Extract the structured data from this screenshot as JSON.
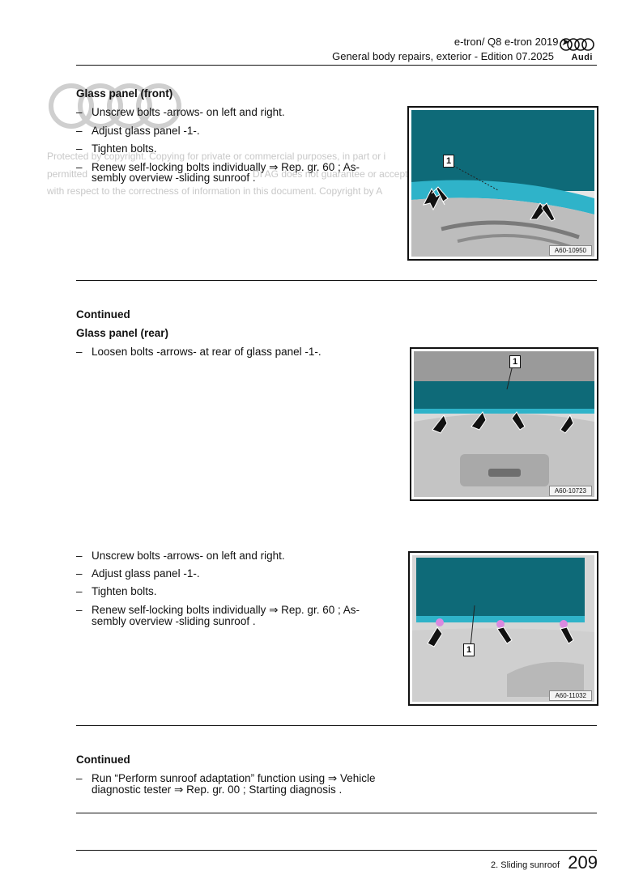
{
  "header": {
    "title": "e-tron/ Q8 e-tron 2019 ➤",
    "subtitle": "General body repairs, exterior - Edition 07.2025",
    "brand": "Audi"
  },
  "watermark": {
    "line1": "Protected by copyright. Copying for private or commercial purposes, in part or i",
    "line2": "permitted",
    "line2b": "DI AG does not guarantee or accept",
    "line3": "with respect to the correctness of information in this document. Copyright by A"
  },
  "section1": {
    "heading": "Glass panel (front)",
    "steps": [
      "Unscrew bolts -arrows- on left and right.",
      "Adjust glass panel -1-.",
      "Tighten bolts.",
      "Renew self-locking bolts individually ⇒  Rep. gr.  60 ; As-",
      "sembly overview -sliding sunroof ."
    ],
    "figure_id": "A60-10950",
    "callout": "1"
  },
  "section2": {
    "continued": "Continued",
    "heading": "Glass panel (rear)",
    "steps": [
      "Loosen bolts -arrows- at rear of glass panel -1-."
    ],
    "figure_id": "A60-10723",
    "callout": "1"
  },
  "section3": {
    "steps": [
      "Unscrew bolts -arrows- on left and right.",
      "Adjust glass panel -1-.",
      "Tighten bolts.",
      "Renew self-locking bolts individually ⇒  Rep. gr.  60 ; As-",
      "sembly overview -sliding sunroof ."
    ],
    "figure_id": "A60-11032",
    "callout": "1"
  },
  "section4": {
    "continued": "Continued",
    "steps": [
      "Run “Perform sunroof adaptation” function using ⇒ Vehicle",
      "diagnostic tester ⇒  Rep. gr.  00 ; Starting diagnosis ."
    ]
  },
  "footer": {
    "section": "2. Sliding sunroof",
    "page": "209"
  },
  "dash": "–",
  "colors": {
    "glass": "#0e6a78",
    "frame": "#2fb3c9",
    "bolt": "#d98ae0"
  }
}
